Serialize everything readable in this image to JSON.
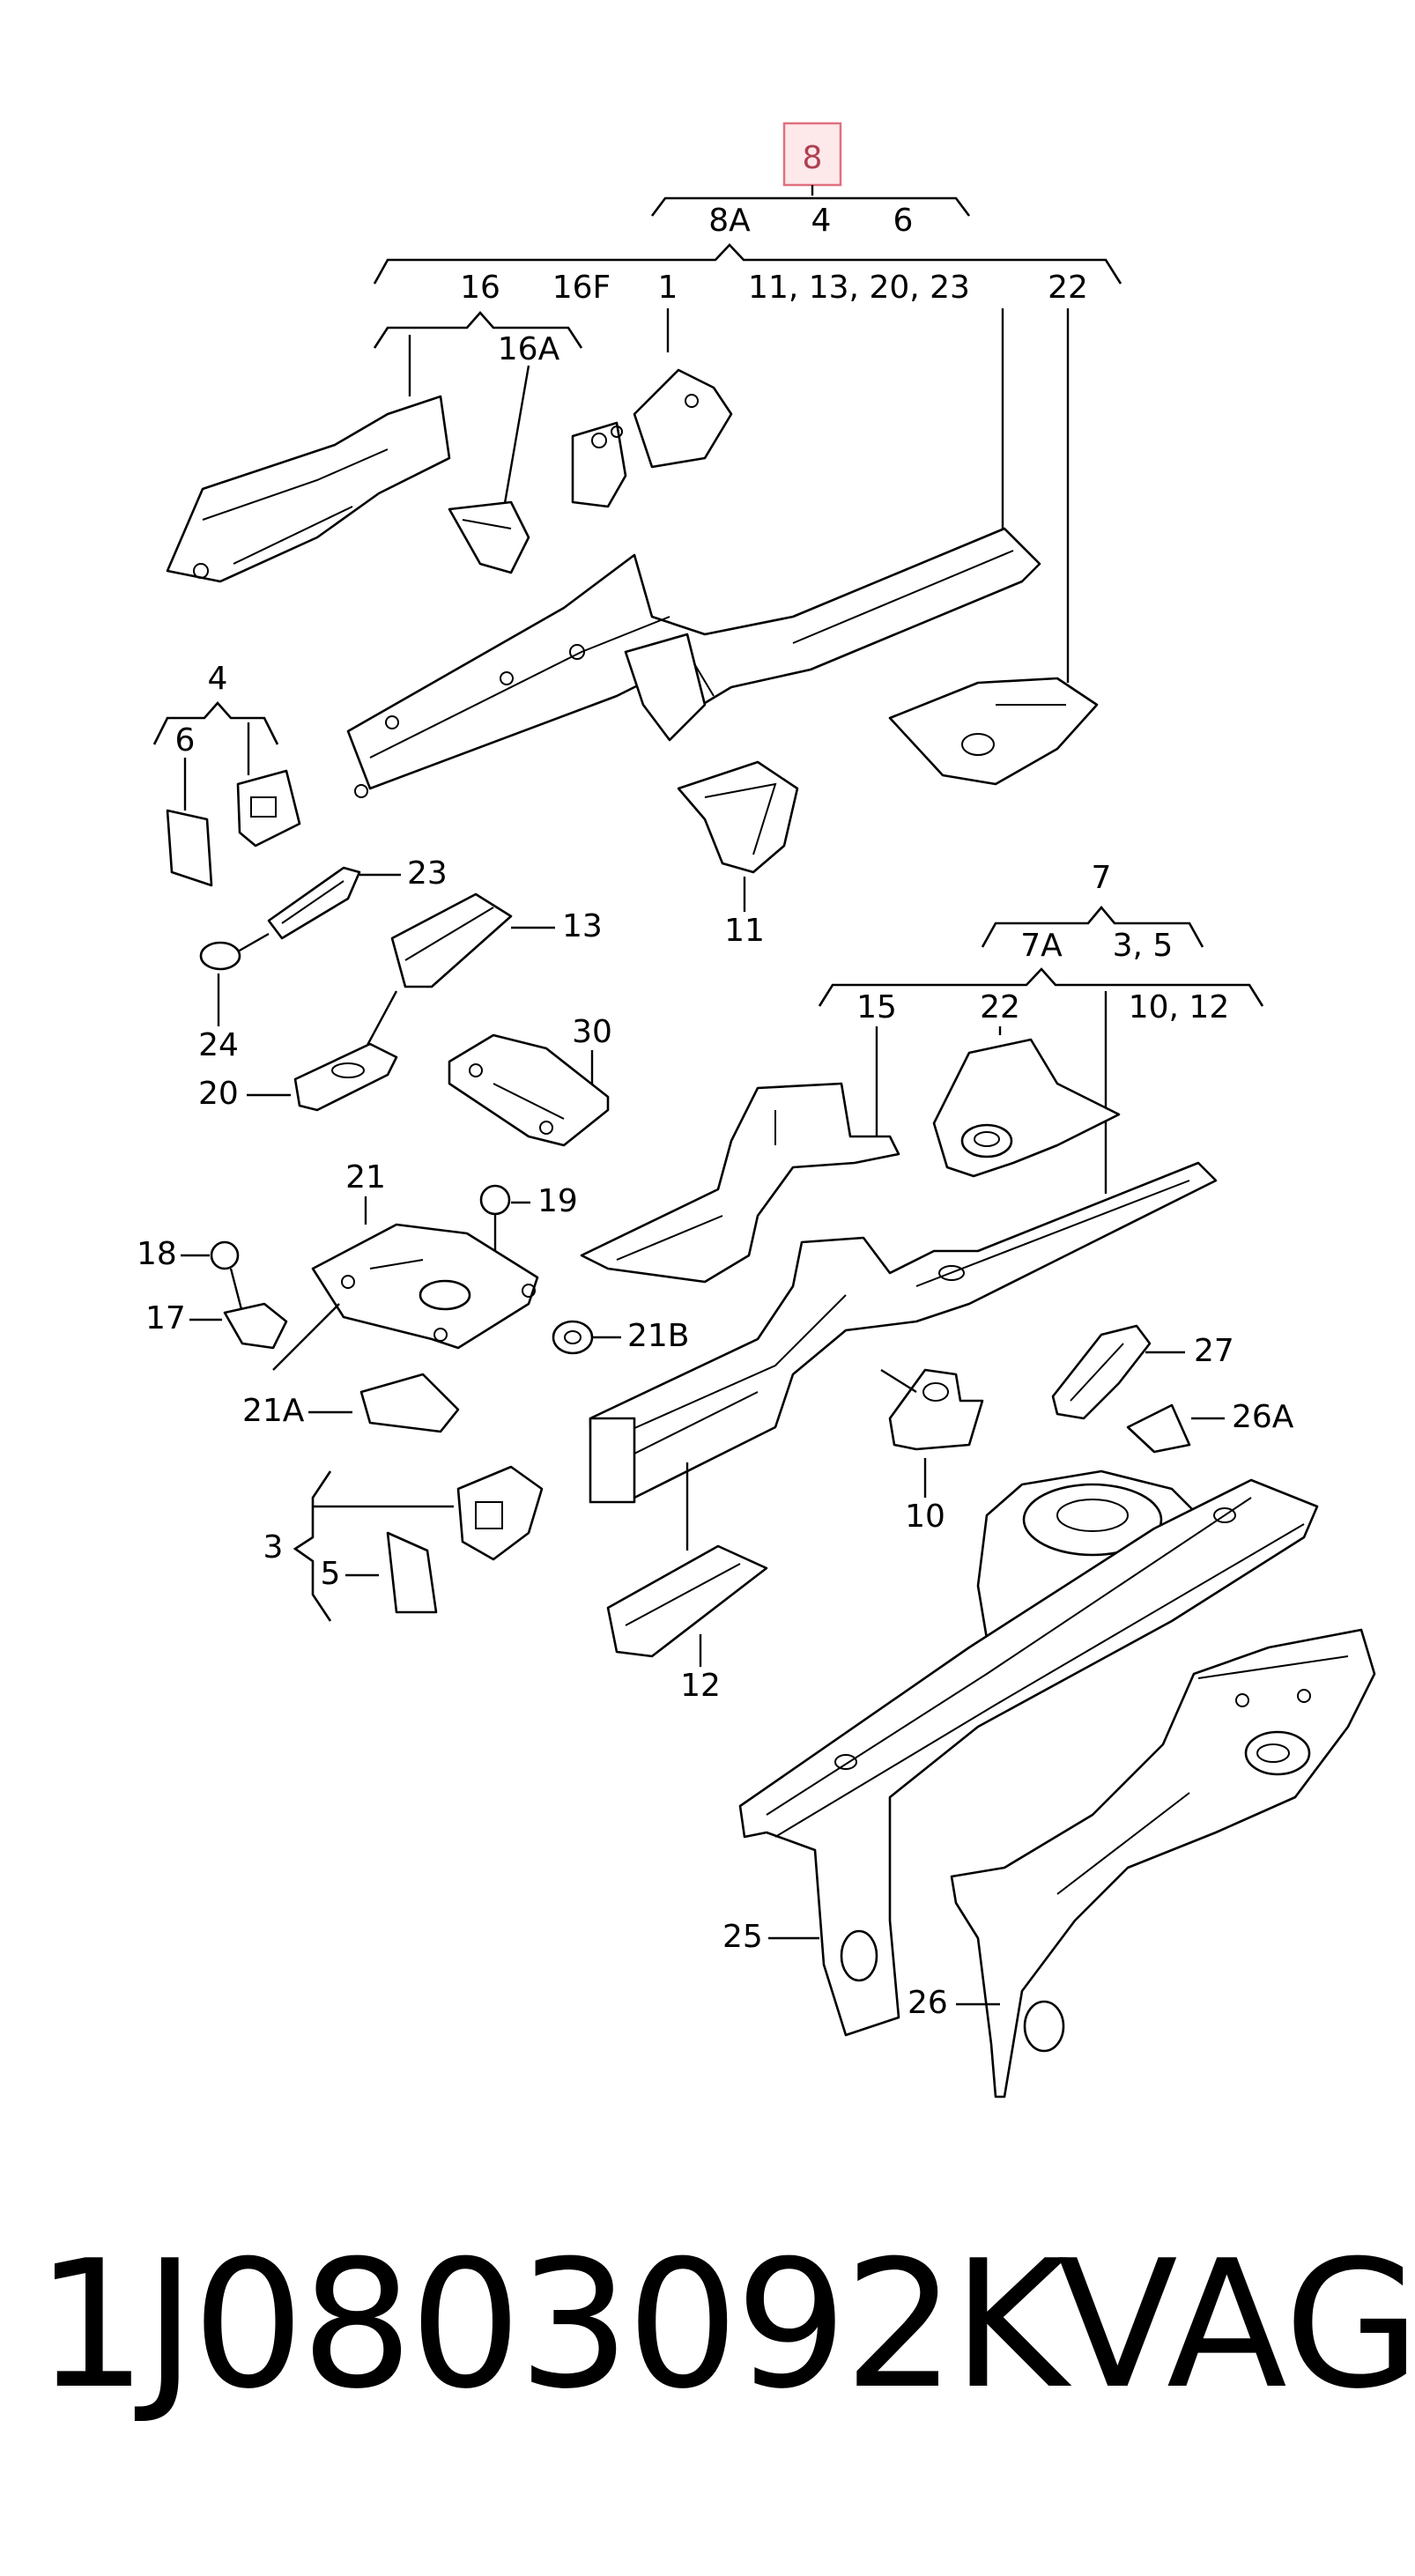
{
  "highlight_color": "#e07080",
  "callouts": {
    "c8": "8",
    "c8A": "8A",
    "c4_top": "4",
    "c6_top": "6",
    "c16": "16",
    "c16F": "16F",
    "c1": "1",
    "c11_group": "11, 13, 20, 23",
    "c22_top": "22",
    "c16A": "16A",
    "c4_left": "4",
    "c6_left": "6",
    "c23": "23",
    "c13": "13",
    "c11": "11",
    "c24": "24",
    "c20": "20",
    "c30": "30",
    "c7": "7",
    "c7A": "7A",
    "c3_5": "3, 5",
    "c15": "15",
    "c22_mid": "22",
    "c10_12": "10, 12",
    "c21": "21",
    "c19": "19",
    "c18": "18",
    "c17": "17",
    "c21B": "21B",
    "c21A": "21A",
    "c27": "27",
    "c26A": "26A",
    "c10": "10",
    "c3": "3",
    "c5": "5",
    "c12": "12",
    "c25": "25",
    "c26": "26"
  },
  "part_number": "1J0803092K",
  "brand": "VAG"
}
